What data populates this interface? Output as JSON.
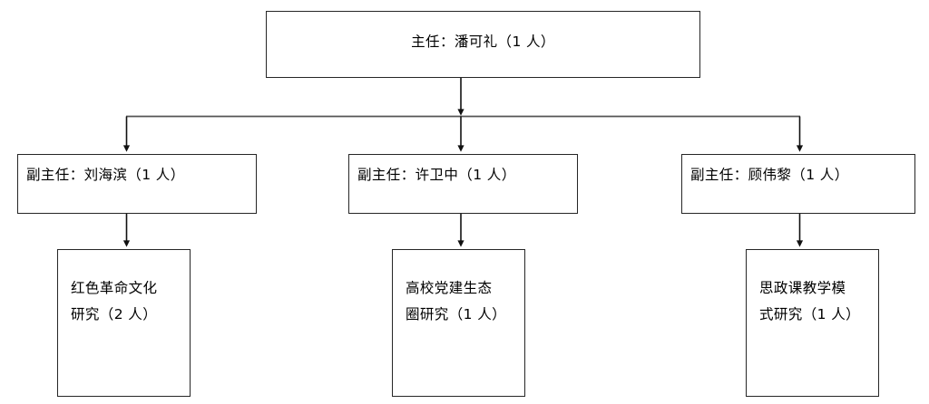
{
  "diagram": {
    "type": "organizational-chart",
    "orientation": "top-down",
    "background_color": "#ffffff",
    "line_color": "#262626",
    "text_color": "#000000",
    "root": {
      "id": "director",
      "label": "主任：潘可礼（1 人）",
      "role": "主任",
      "name": "潘可礼",
      "headcount": "1 人"
    },
    "deputies": [
      {
        "id": "deputy-liu",
        "label": "副主任：刘海滨（1 人）",
        "role": "副主任",
        "name": "刘海滨",
        "headcount": "1 人",
        "child": {
          "id": "group-red-culture",
          "label": "红色革命文化\n研究（2 人）",
          "line1": "红色革命文化",
          "line2": "研究（2 人）",
          "headcount": "2 人"
        }
      },
      {
        "id": "deputy-xu",
        "label": "副主任：许卫中（1 人）",
        "role": "副主任",
        "name": "许卫中",
        "headcount": "1 人",
        "child": {
          "id": "group-party-ecology",
          "label": "高校党建生态\n圈研究（1 人）",
          "line1": "高校党建生态",
          "line2": "圈研究（1 人）",
          "headcount": "1 人"
        }
      },
      {
        "id": "deputy-gu",
        "label": "副主任：顾伟黎（1 人）",
        "role": "副主任",
        "name": "顾伟黎",
        "headcount": "1 人",
        "child": {
          "id": "group-ideology-teaching",
          "label": "思政课教学模\n式研究（1 人）",
          "line1": "思政课教学模",
          "line2": "式研究（1 人）",
          "headcount": "1 人"
        }
      }
    ]
  }
}
